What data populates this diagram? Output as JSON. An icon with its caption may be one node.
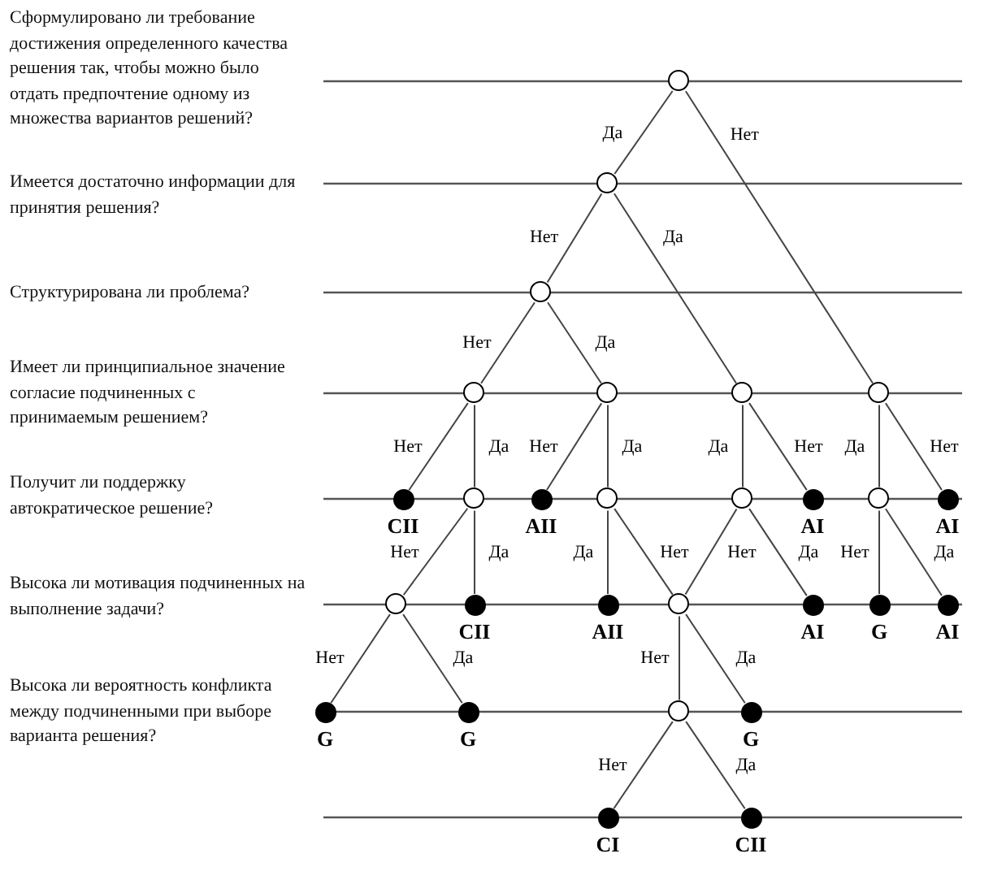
{
  "diagram": {
    "nodes": [
      {
        "text": [],
        "shape": "circle"
      },
      {
        "text": [],
        "shape": "circle"
      },
      {
        "text": [],
        "shape": "circle"
      },
      {
        "text": [],
        "shape": "circle"
      },
      {
        "text": [],
        "shape": "circle"
      },
      {
        "text": [],
        "shape": "circle"
      },
      {
        "text": [],
        "shape": "circle"
      },
      {
        "text": [
          "CII"
        ]
      },
      {
        "text": [],
        "shape": "circle"
      },
      {
        "text": [
          "AII"
        ]
      },
      {
        "text": [],
        "shape": "circle"
      },
      {
        "text": [],
        "shape": "circle"
      },
      {
        "text": [
          "AI"
        ]
      },
      {
        "text": [],
        "shape": "circle"
      },
      {
        "text": [
          "AI"
        ]
      },
      {
        "text": [],
        "shape": "circle"
      },
      {
        "text": [
          "CII"
        ]
      },
      {
        "text": [
          "AII"
        ]
      },
      {
        "text": [],
        "shape": "circle"
      },
      {
        "text": [
          "AI"
        ]
      },
      {
        "text": [
          "G"
        ]
      },
      {
        "text": [
          "AI"
        ]
      },
      {
        "text": [
          "G"
        ]
      },
      {
        "text": [
          "G"
        ]
      },
      {
        "text": [],
        "shape": "circle"
      },
      {
        "text": [
          "G"
        ]
      },
      {
        "text": [
          "CI"
        ]
      },
      {
        "text": [
          "CII"
        ]
      }
    ],
    "edges": [
      {
        "from": 0,
        "to": 1,
        "arrow": "none",
        "label": "Да"
      },
      {
        "from": 0,
        "to": 6,
        "arrow": "none",
        "label": "Нет"
      },
      {
        "from": 1,
        "to": 2,
        "arrow": "none",
        "label": "Нет"
      },
      {
        "from": 1,
        "to": 5,
        "arrow": "none",
        "label": "Да"
      },
      {
        "from": 2,
        "to": 3,
        "arrow": "none",
        "label": "Нет"
      },
      {
        "from": 2,
        "to": 4,
        "arrow": "none",
        "label": "Да"
      },
      {
        "from": 3,
        "to": 7,
        "arrow": "none",
        "label": "Нет"
      },
      {
        "from": 3,
        "to": 8,
        "arrow": "none",
        "label": "Да"
      },
      {
        "from": 4,
        "to": 9,
        "arrow": "none",
        "label": "Нет"
      },
      {
        "from": 4,
        "to": 10,
        "arrow": "none",
        "label": "Да"
      },
      {
        "from": 5,
        "to": 11,
        "arrow": "none",
        "label": "Да"
      },
      {
        "from": 5,
        "to": 12,
        "arrow": "none",
        "label": "Нет"
      },
      {
        "from": 6,
        "to": 13,
        "arrow": "none",
        "label": "Да"
      },
      {
        "from": 6,
        "to": 14,
        "arrow": "none",
        "label": "Нет"
      },
      {
        "from": 8,
        "to": 15,
        "arrow": "none",
        "label": "Нет"
      },
      {
        "from": 8,
        "to": 16,
        "arrow": "none",
        "label": "Да"
      },
      {
        "from": 10,
        "to": 17,
        "arrow": "none",
        "label": "Да"
      },
      {
        "from": 10,
        "to": 18,
        "arrow": "none",
        "label": "Нет"
      },
      {
        "from": 11,
        "to": 18,
        "arrow": "none",
        "label": "Нет"
      },
      {
        "from": 11,
        "to": 19,
        "arrow": "none",
        "label": "Да"
      },
      {
        "from": 13,
        "to": 20,
        "arrow": "none",
        "label": "Нет"
      },
      {
        "from": 13,
        "to": 21,
        "arrow": "none",
        "label": "Да"
      },
      {
        "from": 15,
        "to": 22,
        "arrow": "none",
        "label": "Нет"
      },
      {
        "from": 15,
        "to": 23,
        "arrow": "none",
        "label": "Да"
      },
      {
        "from": 18,
        "to": 24,
        "arrow": "none",
        "label": "Нет"
      },
      {
        "from": 18,
        "to": 25,
        "arrow": "none",
        "label": "Да"
      },
      {
        "from": 24,
        "to": 26,
        "arrow": "none",
        "label": "Нет"
      },
      {
        "from": 24,
        "to": 27,
        "arrow": "none",
        "label": "Да"
      }
    ],
    "labels": [
      "Сформулировано ли требование достижения определенного качества решения так, чтобы можно было отдать предпочтение одному из множества вариантов решений?",
      "Имеется достаточно информации для принятия решения?",
      "Структурирована ли проблема?",
      "Имеет ли принципиальное значение согласие подчиненных с принимаемым решением?",
      "Получит ли поддержку автократическое решение?",
      "Высока ли мотивация подчиненных на выполнение задачи?",
      "Высока ли вероятность конфликта между подчиненными при выборе варианта решения?"
    ]
  }
}
